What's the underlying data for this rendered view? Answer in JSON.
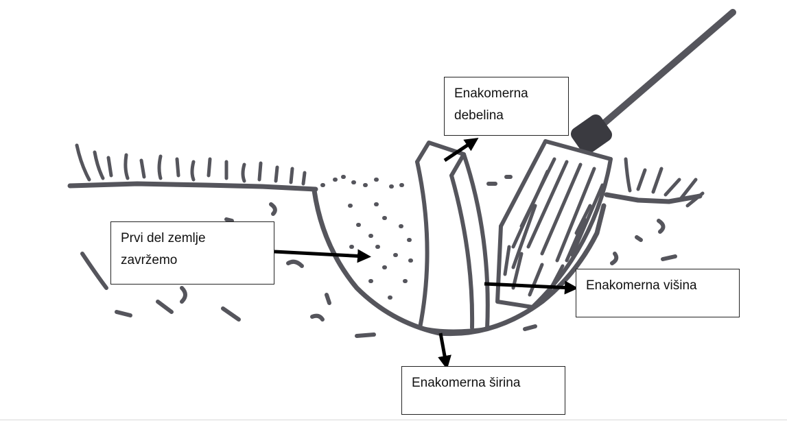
{
  "labels": {
    "debelina": "Enakomerna\ndebelina",
    "prvi_del": "Prvi del zemlje\nzavržemo",
    "visina": "Enakomerna višina",
    "sirina": "Enakomerna širina"
  },
  "colors": {
    "sketch": "#55555c",
    "arrow": "#000000",
    "box_border": "#222222"
  }
}
